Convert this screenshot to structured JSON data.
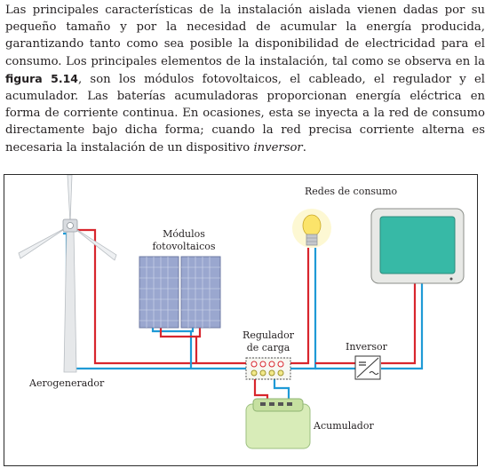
{
  "paragraph": {
    "before_fig": "Las principales características de la instalación aislada vienen dadas por su pequeño tamaño y por la necesidad de acumular la energía producida, garantizando tanto como sea posible la disponibilidad de electricidad para el consumo. Los principales elementos de la instalación, tal como se observa en la ",
    "fig_ref": "figura 5.14",
    "after_fig": ", son los módulos fotovoltaicos, el cableado, el regulador y el acumulador. Las baterías acumuladoras proporcionan energía eléctrica en forma de corriente continua. En ocasiones, esta se inyecta a la red de consumo directamente bajo dicha forma; cuando la red precisa corriente alterna es necesaria la instalación de un dispositivo ",
    "italic_word": "inversor",
    "end": "."
  },
  "figure": {
    "labels": {
      "redes": "Redes de consumo",
      "modulos_1": "Módulos",
      "modulos_2": "fotovoltaicos",
      "regulador_1": "Regulador",
      "regulador_2": "de carga",
      "inversor": "Inversor",
      "aerogenerador": "Aerogenerador",
      "acumulador": "Acumulador"
    },
    "colors": {
      "wire_red": "#d8262d",
      "wire_blue": "#1f9ad6",
      "panel": "#9aa7cf",
      "screen": "#37b9a6",
      "battery": "#d8ecb8"
    },
    "icons": [
      "wind-turbine-icon",
      "solar-panel-icon",
      "light-bulb-icon",
      "monitor-icon",
      "charge-regulator-icon",
      "inverter-icon",
      "battery-icon"
    ]
  }
}
